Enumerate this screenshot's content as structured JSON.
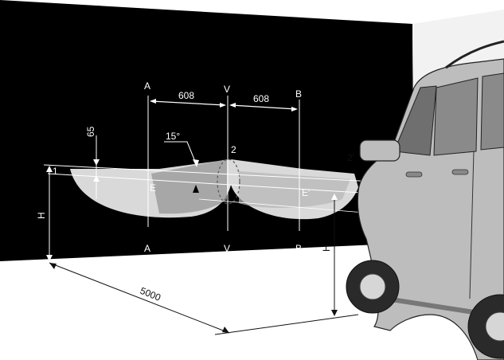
{
  "diagram": {
    "labels": {
      "line_a_top": "A",
      "line_a_bottom": "A",
      "line_v_top": "V",
      "line_v_bottom": "V",
      "line_b_top": "B",
      "line_b_bottom": "B",
      "dist_left": "608",
      "dist_right": "608",
      "offset_65": "65",
      "angle": "15°",
      "point_1": "1",
      "point_2": "2",
      "point_2prime": "2'",
      "point_e": "E",
      "point_eprime": "E'",
      "height_left": "H",
      "height_right": "H",
      "distance_floor": "5000"
    },
    "colors": {
      "wall": "#000000",
      "floor": "#ffffff",
      "beam_light": "#d8d8d8",
      "beam_dark": "#8a8a8a",
      "car_body": "#bdbdbd"
    }
  }
}
